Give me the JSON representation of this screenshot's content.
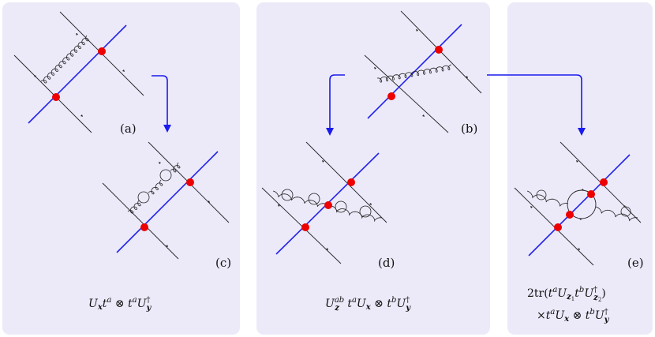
{
  "panels": {
    "a": {
      "label": "(a)"
    },
    "b": {
      "label": "(b)"
    },
    "c": {
      "label": "(c)",
      "formula": {
        "pre": "U",
        "sub": "x",
        "mid": "t",
        "sup": "a",
        "op": " ⊗ ",
        "post": "t",
        "sup2": "a",
        "end": "U",
        "sub2": "y",
        "dag": "†"
      }
    },
    "d": {
      "label": "(d)",
      "formula": {
        "pre": "U",
        "sub": "z",
        "sup": "ab",
        "mid": "  t",
        "sup_mid": "a",
        "mid2": "U",
        "sub_mid": "x",
        "op": " ⊗ ",
        "post": "t",
        "sup2": "b",
        "end": "U",
        "sub2": "y",
        "dag": "†"
      }
    },
    "e": {
      "label": "(e)",
      "line1": {
        "pre": "2tr(",
        "t1": "t",
        "a": "a",
        "U1": "U",
        "z1": "z",
        "one": "1",
        "t2": "t",
        "b": "b",
        "U2": "U",
        "dag": "†",
        "z2": "z",
        "two": "2",
        "close": ")"
      },
      "line2": {
        "times": "×",
        "t": "t",
        "a": "a",
        "U": "U",
        "x": "x",
        "op": " ⊗ ",
        "t2": "t",
        "b": "b",
        "U2": "U",
        "y": "y",
        "dag": "†"
      }
    }
  },
  "colors": {
    "panel_bg": "#eceaf9",
    "target": "#2323e8",
    "vertex": "#ee0000",
    "arrow": "#1a1aee",
    "line": "#222222"
  }
}
